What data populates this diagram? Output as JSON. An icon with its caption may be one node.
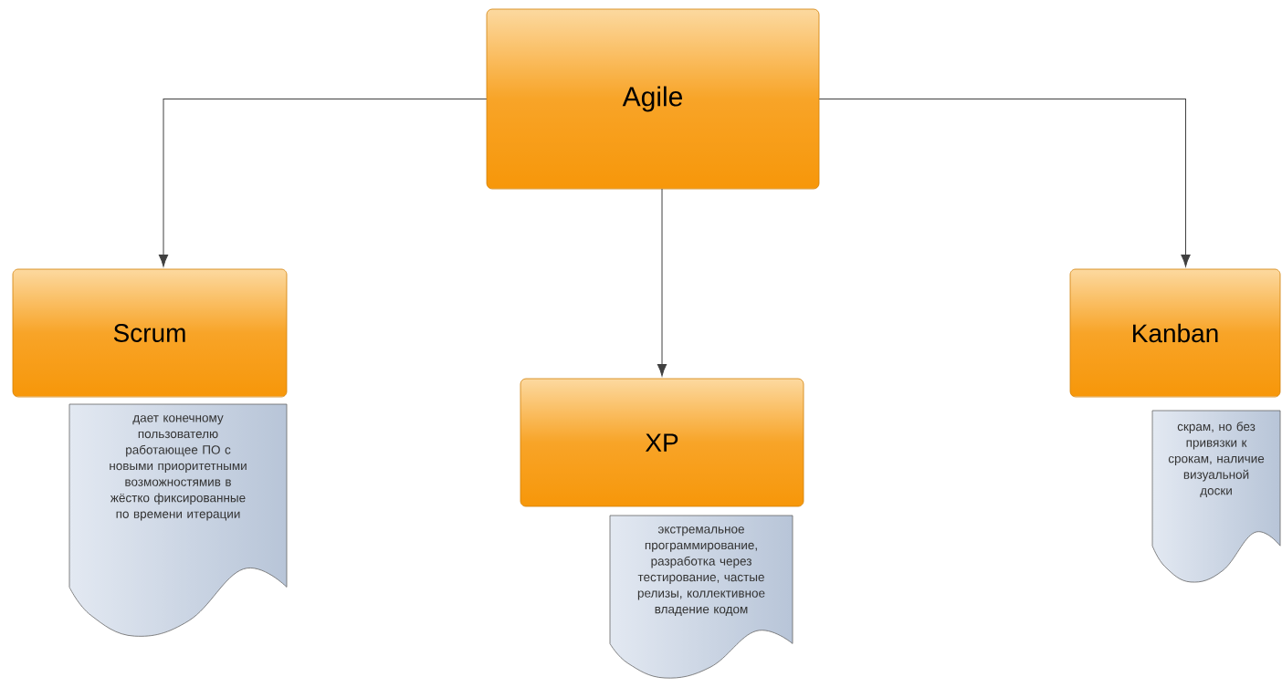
{
  "diagram": {
    "nodes": [
      {
        "text": [
          "Agile"
        ]
      },
      {
        "text": [
          "Scrum"
        ]
      },
      {
        "text": [
          "дает конечному пользователю работающее ПО с новыми приоритетными возможностямив в жёстко фиксированные по времени итерации"
        ]
      },
      {
        "text": [
          "XP"
        ]
      },
      {
        "text": [
          "экстремальное программирование, разработка через тестирование, частые релизы, коллективное владение кодом"
        ]
      },
      {
        "text": [
          "Kanban"
        ]
      },
      {
        "text": [
          "скрам, но без привязки к срокам, наличие визуальной доски"
        ]
      }
    ],
    "edges": [
      {
        "from": 0,
        "to": 1,
        "arrow": "to"
      },
      {
        "from": 0,
        "to": 3,
        "arrow": "to"
      },
      {
        "from": 0,
        "to": 5,
        "arrow": "to"
      }
    ]
  }
}
